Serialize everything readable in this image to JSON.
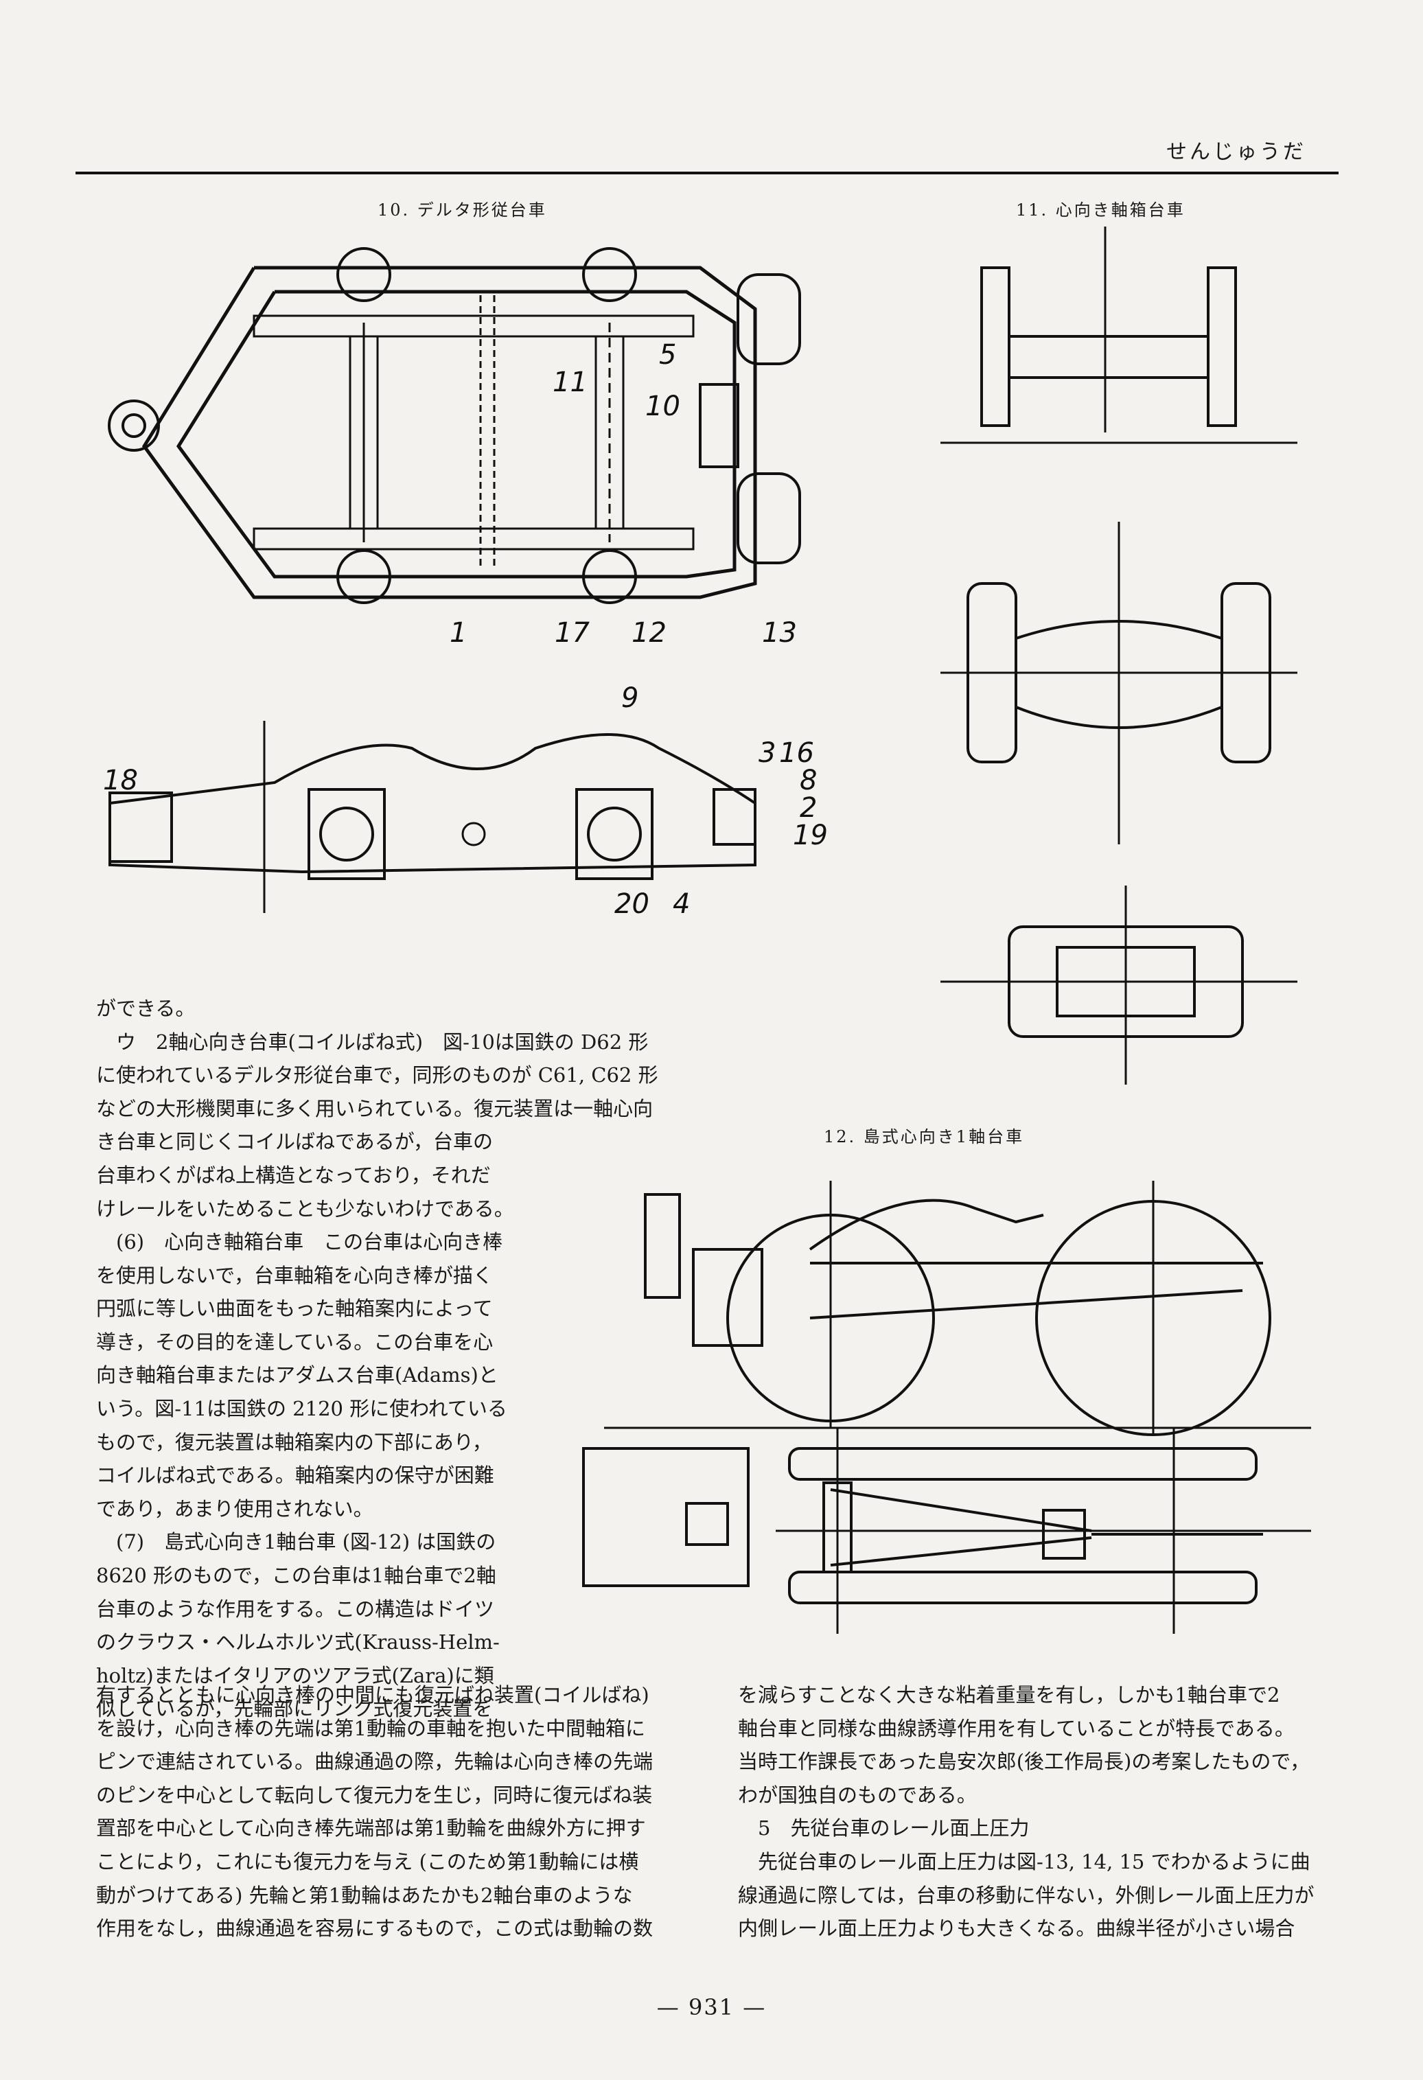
{
  "header": {
    "title": "せんじゅうだ"
  },
  "figures": {
    "fig10": {
      "caption": "10. デルタ形従台車",
      "labels": [
        "5",
        "11",
        "10",
        "1",
        "17",
        "12",
        "13",
        "9",
        "3",
        "16",
        "18",
        "8",
        "2",
        "19",
        "20",
        "4"
      ]
    },
    "fig11": {
      "caption": "11. 心向き軸箱台車"
    },
    "fig12": {
      "caption": "12. 島式心向き1軸台車"
    }
  },
  "text": {
    "p0": "ができる。",
    "p1_lines": [
      "ウ　2軸心向き台車(コイルばね式)　図-10は国鉄の D62 形",
      "に使われているデルタ形従台車で，同形のものが C61, C62 形",
      "などの大形機関車に多く用いられている。復元装置は一軸心向",
      "き台車と同じくコイルばねであるが，台車の",
      "台車わくがばね上構造となっており，それだ",
      "けレールをいためることも少ないわけである。"
    ],
    "p2_lines": [
      "(6)　心向き軸箱台車　この台車は心向き棒",
      "を使用しないで，台車軸箱を心向き棒が描く",
      "円弧に等しい曲面をもった軸箱案内によって",
      "導き，その目的を達している。この台車を心",
      "向き軸箱台車またはアダムス台車(Adams)と",
      "いう。図-11は国鉄の 2120 形に使われている",
      "もので，復元装置は軸箱案内の下部にあり，",
      "コイルばね式である。軸箱案内の保守が困難",
      "であり，あまり使用されない。"
    ],
    "p3_lines": [
      "(7)　島式心向き1軸台車 (図-12) は国鉄の",
      "8620 形のもので，この台車は1軸台車で2軸",
      "台車のような作用をする。この構造はドイツ",
      "のクラウス・ヘルムホルツ式(Krauss-Helm-",
      "holtz)またはイタリアのツアラ式(Zara)に類",
      "似しているが，先輪部にリンク式復元装置を"
    ],
    "p3_cont_lines": [
      "有するとともに心向き棒の中間にも復元ばね装置(コイルばね)",
      "を設け，心向き棒の先端は第1動輪の車軸を抱いた中間軸箱に",
      "ピンで連結されている。曲線通過の際，先輪は心向き棒の先端",
      "のピンを中心として転向して復元力を生じ，同時に復元ばね装",
      "置部を中心として心向き棒先端部は第1動輪を曲線外方に押す",
      "ことにより，これにも復元力を与え (このため第1動輪には横",
      "動がつけてある) 先輪と第1動輪はあたかも2軸台車のような",
      "作用をなし，曲線通過を容易にするもので，この式は動輪の数"
    ],
    "right_lines": [
      "を減らすことなく大きな粘着重量を有し，しかも1軸台車で2",
      "軸台車と同様な曲線誘導作用を有していることが特長である。",
      "当時工作課長であった島安次郎(後工作局長)の考案したもので，",
      "わが国独自のものである。",
      "5　先従台車のレール面上圧力",
      "先従台車のレール面上圧力は図-13, 14, 15 でわかるように曲",
      "線通過に際しては，台車の移動に伴ない，外側レール面上圧力が",
      "内側レール面上圧力よりも大きくなる。曲線半径が小さい場合"
    ]
  },
  "footer": {
    "page_number": "— 931 —"
  }
}
